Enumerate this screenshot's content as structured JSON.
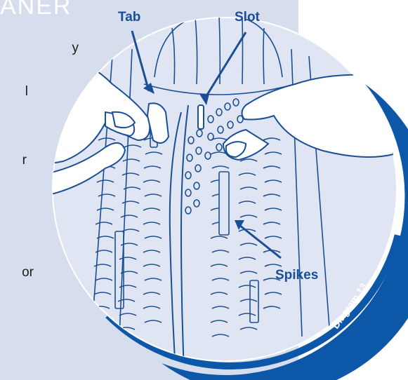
{
  "page": {
    "header": "ANER",
    "side_fragments": [
      "y",
      "l",
      "r",
      "or"
    ]
  },
  "diagram": {
    "labels": {
      "tab": "Tab",
      "slot": "Slot",
      "spikes": "Spikes"
    },
    "caption": "Diagram 13"
  },
  "colors": {
    "panel": "#d6dded",
    "circle_fill": "#dfe5f2",
    "rim": "#0d57a8",
    "line_art": "#1b4f95",
    "label": "#1b4f95"
  }
}
